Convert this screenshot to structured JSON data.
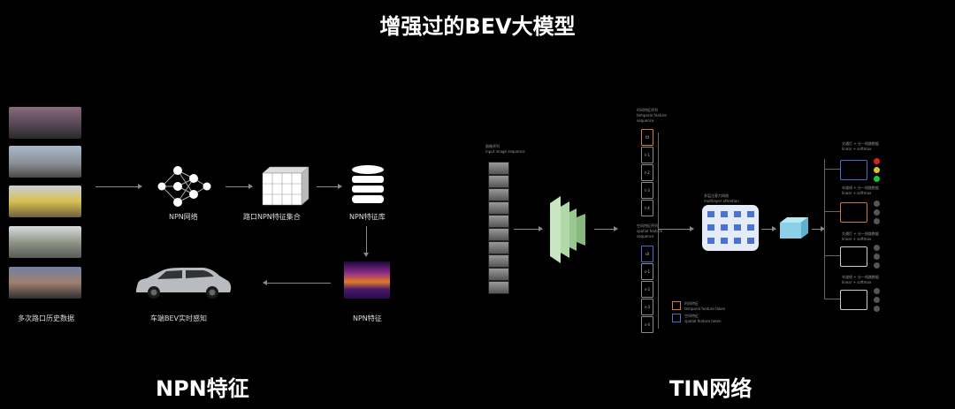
{
  "slide": {
    "title": "增强过的BEV大模型"
  },
  "left_panel": {
    "caption": "NPN特征",
    "npn_network_label": "NPN网络",
    "intersection_set_label": "路口NPN特征集合",
    "feature_db_label": "NPN特征库",
    "history_label": "多次路口历史数据",
    "vehicle_label": "车端BEV实时感知",
    "feature_label": "NPN特征"
  },
  "right_panel": {
    "caption": "TIN网络",
    "input_label": "图像序列",
    "input_sublabel": "input image sequence",
    "temporal_label": "时间特征序列",
    "temporal_sub1": "temporal feature",
    "temporal_sub2": "sequence",
    "temporal_tokens": [
      "t0",
      "t-1",
      "t-2",
      "t-3",
      "t-4"
    ],
    "spatial_label": "空间特征序列",
    "spatial_sub1": "spatial feature",
    "spatial_sub2": "sequence",
    "spatial_tokens": [
      "s0",
      "s-1",
      "s-2",
      "s-3",
      "s-4"
    ],
    "attention_label": "多层注意力网络",
    "attention_sublabel": "multilayer attention",
    "legend": [
      {
        "text": "时间特征",
        "sub": "temporal feature token",
        "color": "#d07a3a"
      },
      {
        "text": "空间特征",
        "sub": "spatial feature token",
        "color": "#4a6ed0"
      }
    ],
    "outputs": [
      {
        "label": "交通灯 + 分一线路数据",
        "sub": "linear + softmax",
        "color": "#4a6ed0",
        "lights": [
          "#e02020",
          "#e0c020",
          "#20c040"
        ]
      },
      {
        "label": "车道线 + 分一线路数据",
        "sub": "linear + softmax",
        "color": "#d07a3a",
        "lights": [
          "#555",
          "#555",
          "#555"
        ]
      },
      {
        "label": "交通灯 + 分一线路数据",
        "sub": "linear + softmax",
        "color": "#cccccc",
        "lights": [
          "#555",
          "#555",
          "#555"
        ]
      },
      {
        "label": "车道线 + 分一线路数据",
        "sub": "linear + softmax",
        "color": "#cccccc",
        "lights": [
          "#555",
          "#555",
          "#555"
        ]
      }
    ]
  }
}
